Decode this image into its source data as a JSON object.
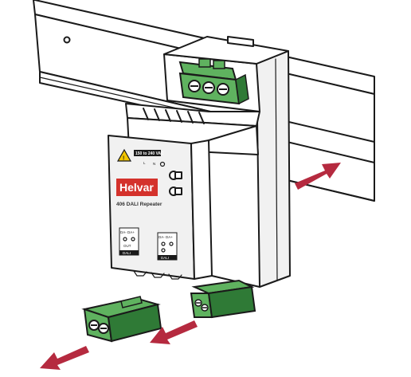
{
  "labels": {
    "brand": "Helvar",
    "product": "406 DALI Repeater",
    "voltage": "150 to 240 VAC",
    "terminal_l": "L",
    "terminal_n": "N",
    "left_port_top": "DA- DA+",
    "left_port_bottom": "OUT",
    "left_port_tag": "DALI",
    "right_port_top": "DA- DA+",
    "right_port_tag": "DALI"
  },
  "colors": {
    "connector_green": "#5fb25f",
    "connector_dark": "#2f7a36",
    "arrow_red": "#b52a3f",
    "brand_red": "#d4322c",
    "warning_yellow": "#f2c500"
  },
  "icons": {
    "warning": "warning-triangle-icon",
    "led1": "status-led-icon",
    "led2": "status-led-icon"
  }
}
